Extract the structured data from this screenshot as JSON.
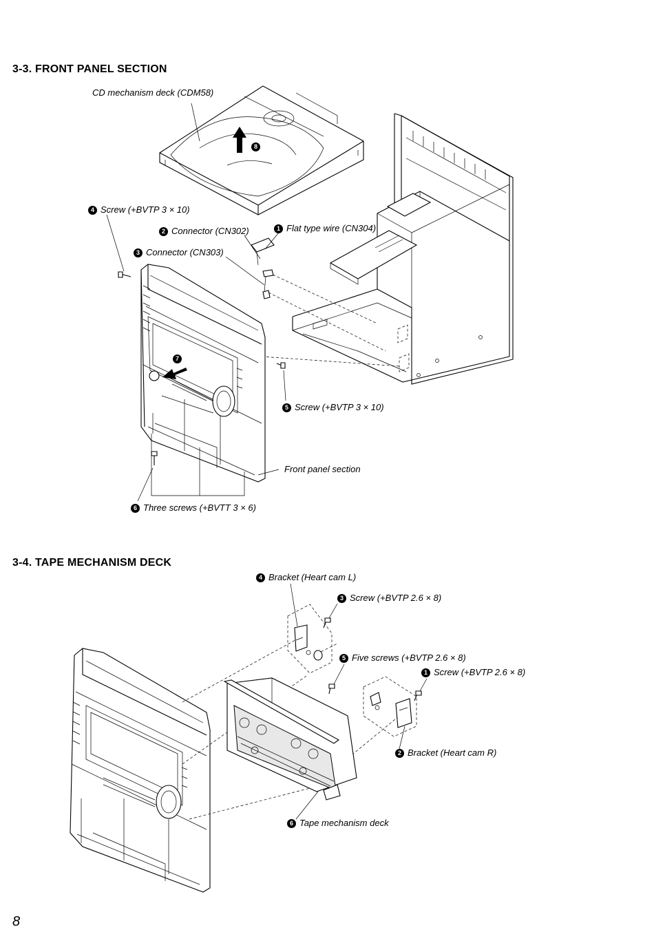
{
  "page_number": "8",
  "section_3_3": {
    "title": "3-3. FRONT PANEL SECTION",
    "labels": {
      "cd_mech": "CD mechanism deck (CDM58)",
      "screw4_num": "4",
      "screw4": "Screw (+BVTP 3 × 10)",
      "conn2_num": "2",
      "conn2": "Connector (CN302)",
      "flat1_num": "1",
      "flat1": "Flat type wire (CN304)",
      "conn3_num": "3",
      "conn3": "Connector (CN303)",
      "screw5_num": "5",
      "screw5": "Screw (+BVTP 3 × 10)",
      "front_panel": "Front panel section",
      "screws6_num": "6",
      "screws6": "Three screws (+BVTT 3 × 6)",
      "step7": "7",
      "step8": "8"
    }
  },
  "section_3_4": {
    "title": "3-4. TAPE MECHANISM DECK",
    "labels": {
      "bracket4_num": "4",
      "bracket4": "Bracket (Heart cam L)",
      "screw3_num": "3",
      "screw3": "Screw (+BVTP 2.6 × 8)",
      "screws5_num": "5",
      "screws5": "Five screws (+BVTP 2.6 × 8)",
      "screw1_num": "1",
      "screw1": "Screw (+BVTP 2.6 × 8)",
      "bracket2_num": "2",
      "bracket2": "Bracket (Heart cam R)",
      "deck6_num": "6",
      "deck6": "Tape mechanism deck"
    }
  }
}
